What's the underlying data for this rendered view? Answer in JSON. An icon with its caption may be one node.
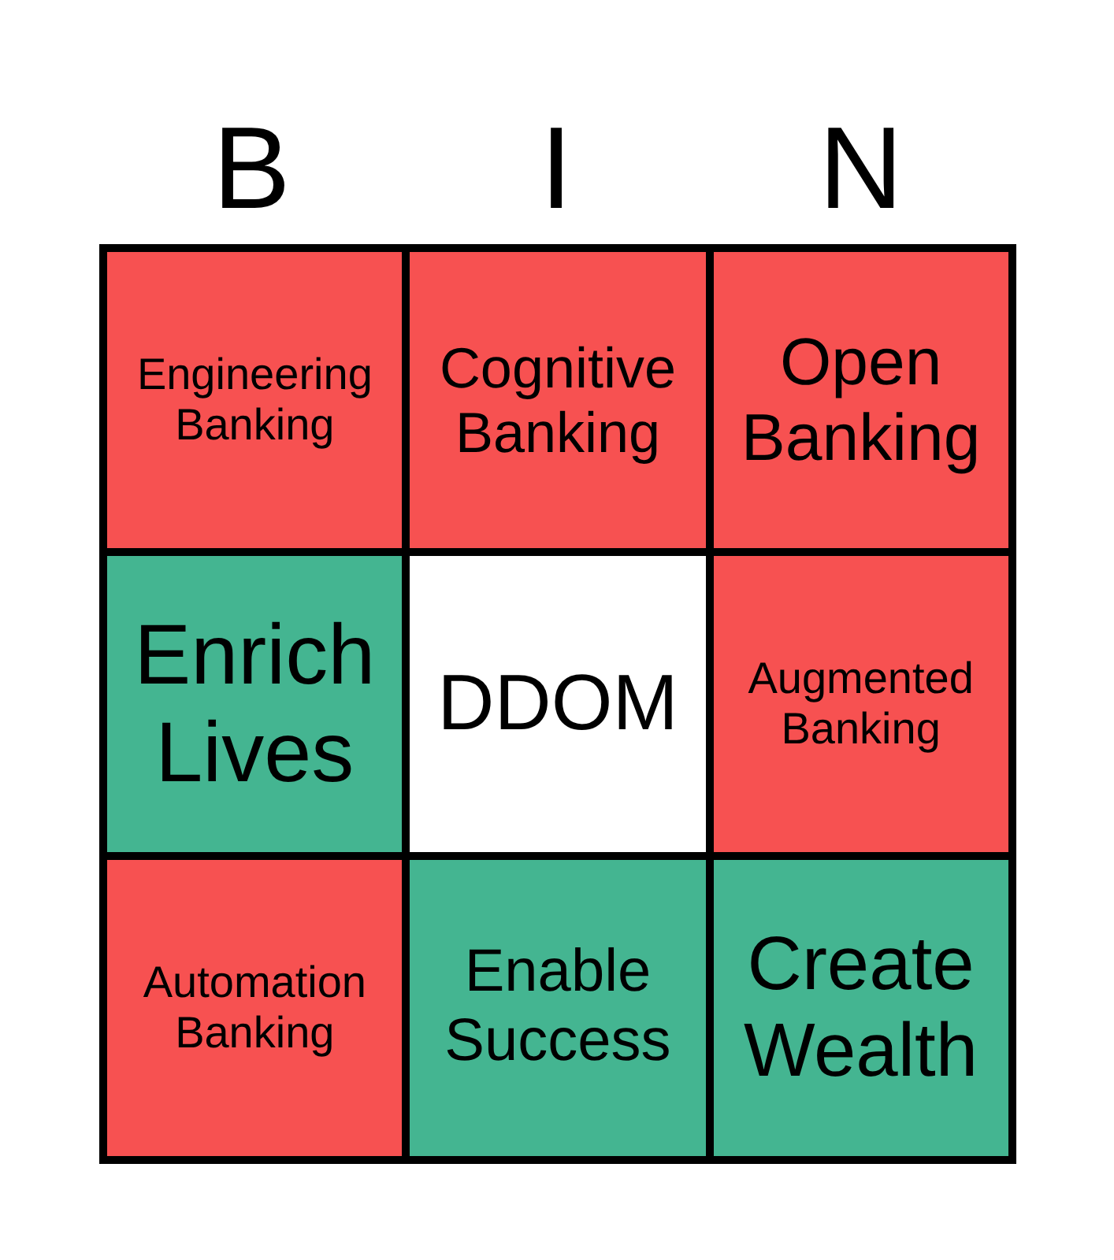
{
  "diagram": {
    "nodes": [
      {
        "text": [
          "Engineering Banking"
        ]
      },
      {
        "text": [
          "Cognitive Banking"
        ]
      },
      {
        "text": [
          "Open Banking"
        ]
      },
      {
        "text": [
          "Enrich Lives"
        ]
      },
      {
        "text": [
          "DDOM"
        ]
      },
      {
        "text": [
          "Augmented Banking"
        ]
      },
      {
        "text": [
          "Automation Banking"
        ]
      },
      {
        "text": [
          "Enable Success"
        ]
      },
      {
        "text": [
          "Create Wealth"
        ]
      }
    ],
    "labels": [
      "B",
      "I",
      "N"
    ]
  }
}
